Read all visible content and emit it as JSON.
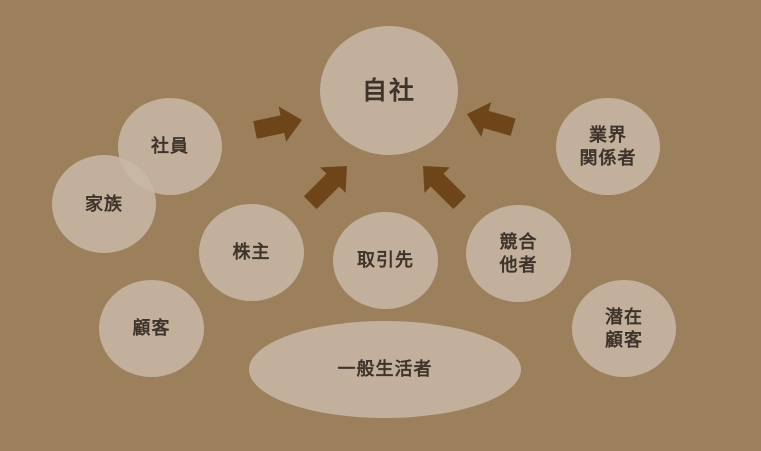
{
  "diagram": {
    "background": "#9c7f5b",
    "node_fill": "#c8b8a6",
    "arrow_color": "#6e4519",
    "text_color": "#3f342b",
    "center": {
      "label": "自社"
    },
    "nodes": {
      "shain": {
        "label": "社員"
      },
      "kazoku": {
        "label": "家族"
      },
      "kabunushi": {
        "label": "株主"
      },
      "torihikisaki": {
        "label": "取引先"
      },
      "kyogo_tasha": {
        "label": "競合\n他者"
      },
      "gyokai": {
        "label": "業界\n関係者"
      },
      "kokyaku": {
        "label": "顧客"
      },
      "senzai_kokyaku": {
        "label": "潜在\n顧客"
      },
      "ippan": {
        "label": "一般生活者"
      }
    }
  }
}
